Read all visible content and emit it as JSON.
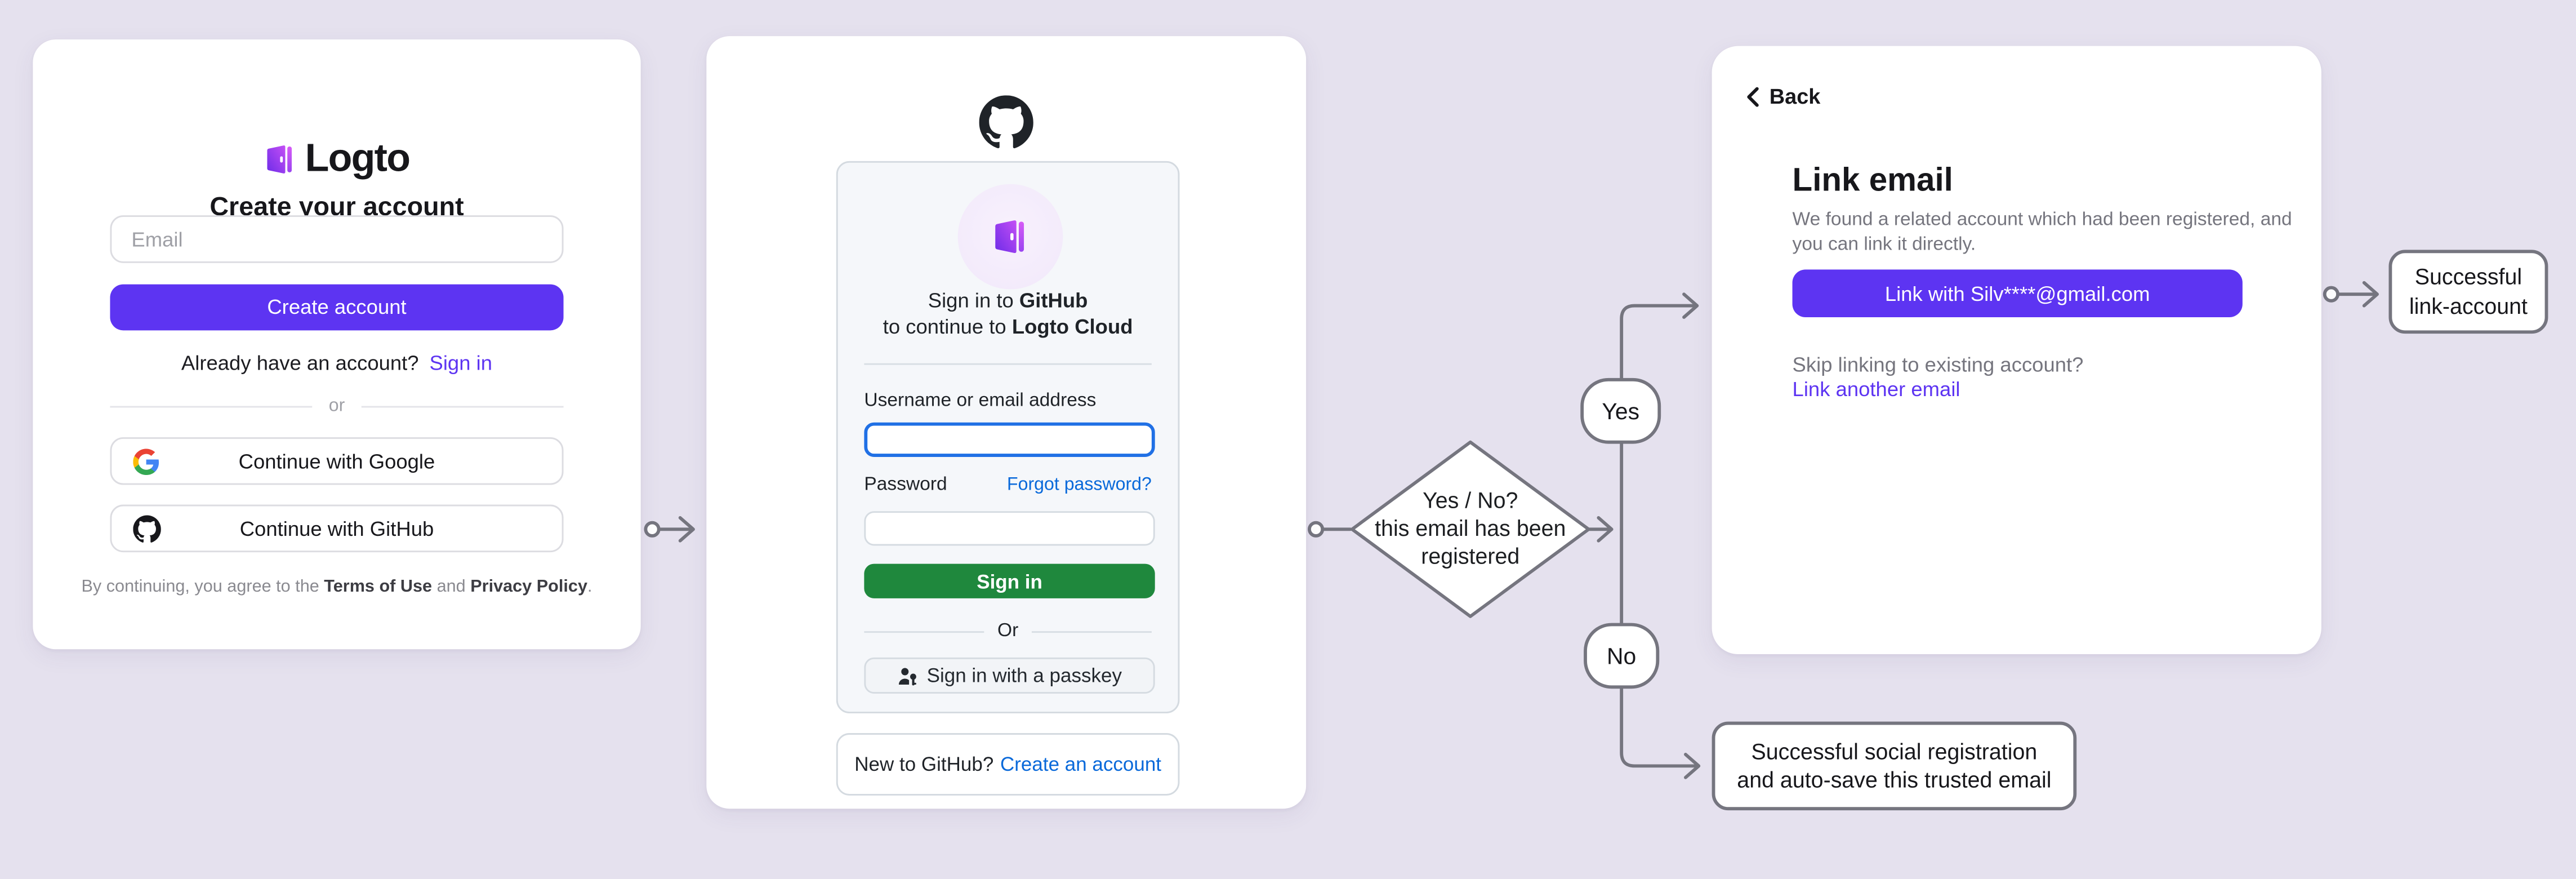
{
  "colors": {
    "page_bg": "#e5e1ee",
    "accent_purple": "#5d34f2",
    "github_green": "#1f883d",
    "github_link_blue": "#0969da",
    "focused_input_blue": "#2070e5",
    "connector_gray": "#75757f"
  },
  "signup_card": {
    "brand": "Logto",
    "title": "Create your account",
    "email_placeholder": "Email",
    "create_button": "Create account",
    "signin_prompt": "Already have an account?",
    "signin_link": "Sign in",
    "divider": "or",
    "google_button": "Continue with Google",
    "github_button": "Continue with GitHub",
    "terms_prefix": "By continuing, you agree to the ",
    "terms_of_use": "Terms of Use",
    "terms_and": " and ",
    "privacy_policy": "Privacy Policy",
    "terms_end": "."
  },
  "github_card": {
    "header_line1_prefix": "Sign in to ",
    "header_line1_bold": "GitHub",
    "header_line2_prefix": "to continue to ",
    "header_line2_bold": "Logto Cloud",
    "username_label": "Username or email address",
    "username_value": "",
    "password_label": "Password",
    "password_value": "",
    "forgot_link": "Forgot password?",
    "signin_button": "Sign in",
    "divider": "Or",
    "passkey_button": "Sign in with a passkey",
    "new_prompt": "New to GitHub?",
    "create_account_link": "Create an account"
  },
  "link_card": {
    "back": "Back",
    "title": "Link email",
    "description_lines": [
      "We found a related account which had been registered, and",
      "you can link it directly."
    ],
    "link_button": "Link with Silv****@gmail.com",
    "skip_text": "Skip linking to existing account?",
    "link_another": "Link another email"
  },
  "flow": {
    "decision_lines": [
      "Yes / No?",
      "this email has been",
      "registered"
    ],
    "yes_label": "Yes",
    "no_label": "No",
    "link_outcome_lines": [
      "Successful",
      "link-account"
    ],
    "social_outcome_lines": [
      "Successful social registration",
      "and auto-save this trusted email"
    ]
  }
}
